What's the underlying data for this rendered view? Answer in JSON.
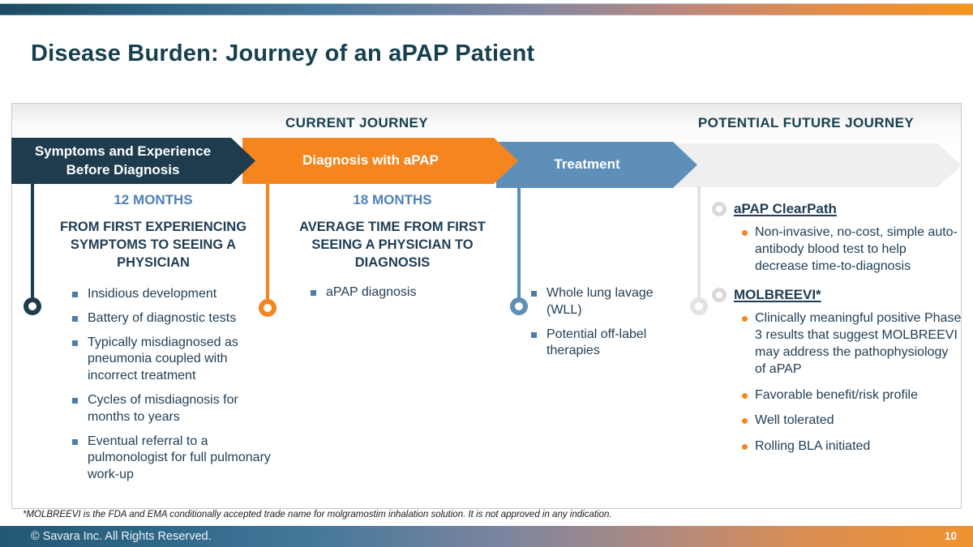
{
  "slide": {
    "title": "Disease Burden: Journey of an aPAP Patient",
    "footnote": "*MOLBREEVI is the FDA and EMA conditionally accepted trade name for molgramostim inhalation solution. It is not approved in any indication.",
    "footer": {
      "copyright": "© Savara Inc. All Rights Reserved.",
      "page_number": "10"
    }
  },
  "journey": {
    "sections": [
      {
        "label": "CURRENT JOURNEY"
      },
      {
        "label": "POTENTIAL FUTURE JOURNEY"
      }
    ],
    "stages": [
      {
        "label": "Symptoms and Experience Before Diagnosis",
        "color": "#1e3c4e"
      },
      {
        "label": "Diagnosis with aPAP",
        "color": "#f5861f"
      },
      {
        "label": "Treatment",
        "color": "#5e8fb8"
      },
      {
        "label": "",
        "color": "#efeff1"
      }
    ]
  },
  "columns": [
    {
      "duration": "12 MONTHS",
      "heading": "FROM FIRST EXPERIENCING SYMPTOMS TO SEEING A PHYSICIAN",
      "bullets": [
        "Insidious development",
        "Battery of diagnostic tests",
        "Typically misdiagnosed as pneumonia coupled with incorrect treatment",
        "Cycles of misdiagnosis for months to years",
        "Eventual referral to a pulmonologist for full pulmonary work-up"
      ]
    },
    {
      "duration": "18 MONTHS",
      "heading": "AVERAGE TIME FROM FIRST SEEING A PHYSICIAN TO DIAGNOSIS",
      "bullets": [
        "aPAP diagnosis"
      ]
    },
    {
      "bullets": [
        "Whole lung lavage (WLL)",
        "Potential off-label therapies"
      ]
    },
    {
      "groups": [
        {
          "heading": "aPAP ClearPath",
          "bullets": [
            "Non-invasive, no-cost, simple auto-antibody blood test to help decrease time-to-diagnosis"
          ]
        },
        {
          "heading": "MOLBREEVI*",
          "bullets": [
            "Clinically meaningful positive Phase 3 results that suggest MOLBREEVI may address the pathophysiology of aPAP",
            "Favorable benefit/risk profile",
            "Well tolerated",
            "Rolling BLA initiated"
          ]
        }
      ]
    }
  ],
  "colors": {
    "title_text": "#16404f",
    "body_text": "#1f3d55",
    "duration_blue": "#4e82b8",
    "stage_navy": "#1e3c4e",
    "stage_orange": "#f5861f",
    "stage_blue": "#5e8fb8",
    "stage_gray": "#efeff1",
    "square_bullet": "#4e7ea8",
    "gradient_left": "#1c4a60",
    "gradient_right": "#f5941f"
  }
}
